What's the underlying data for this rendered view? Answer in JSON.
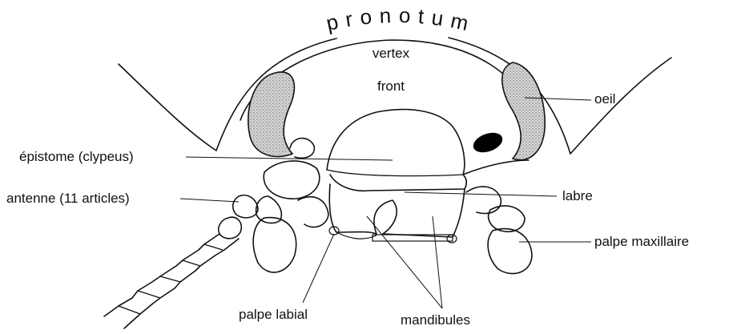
{
  "labels": {
    "pronotum": "p r o n o t u m",
    "vertex": "vertex",
    "front": "front",
    "oeil": "oeil",
    "epistome": "épistome (clypeus)",
    "antenne": "antenne (11 articles)",
    "labre": "labre",
    "palpe_maxillaire": "palpe maxillaire",
    "palpe_labial": "palpe labial",
    "mandibules": "mandibules"
  },
  "colors": {
    "ink": "#111111",
    "eye_stipple": "#bdbdbd",
    "background": "#ffffff"
  }
}
